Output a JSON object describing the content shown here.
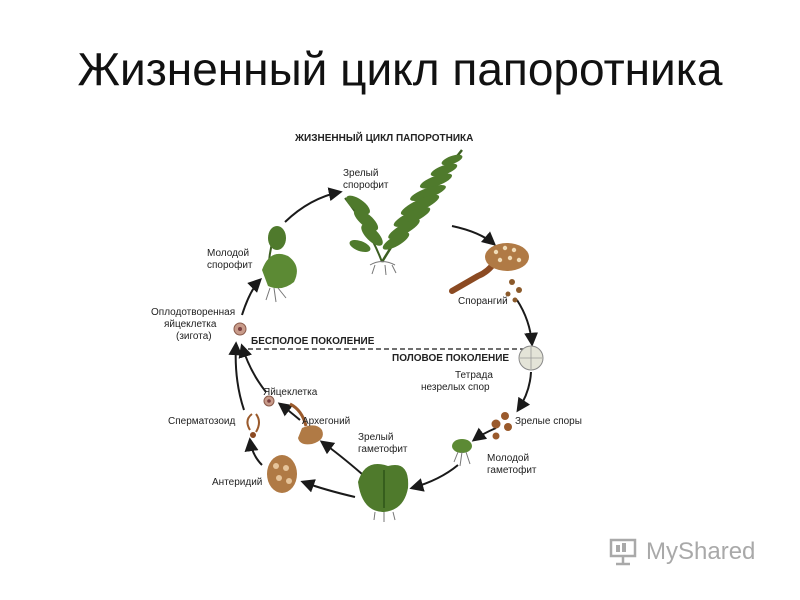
{
  "title": "Жизненный цикл папоротника",
  "diagram": {
    "heading": "ЖИЗНЕННЫЙ ЦИКЛ ПАПОРОТНИКА",
    "asexual": "БЕСПОЛОЕ ПОКОЛЕНИЕ",
    "sexual": "ПОЛОВОЕ ПОКОЛЕНИЕ",
    "stages": {
      "mature_sporophyte": [
        "Зрелый",
        "спорофит"
      ],
      "sporangium": [
        "Спорангий"
      ],
      "tetrad": [
        "Тетрада",
        "незрелых спор"
      ],
      "mature_spores": [
        "Зрелые споры"
      ],
      "young_gametophyte": [
        "Молодой",
        "гаметофит"
      ],
      "mature_gametophyte": [
        "Зрелый",
        "гаметофит"
      ],
      "archegonium": [
        "Архегоний"
      ],
      "egg": [
        "Яйцеклетка"
      ],
      "sperm": [
        "Сперматозоид"
      ],
      "antheridium": [
        "Антеридий"
      ],
      "zygote": [
        "Оплодотворенная",
        "яйцеклетка",
        "(зигота)"
      ],
      "young_sporophyte": [
        "Молодой",
        "спорофит"
      ]
    }
  },
  "watermark": {
    "text": "MyShared"
  },
  "colors": {
    "leaf": "#4f7a2c",
    "leaf_dark": "#2e5418",
    "brown": "#9a5a2c",
    "arrow": "#1a1a1a"
  }
}
